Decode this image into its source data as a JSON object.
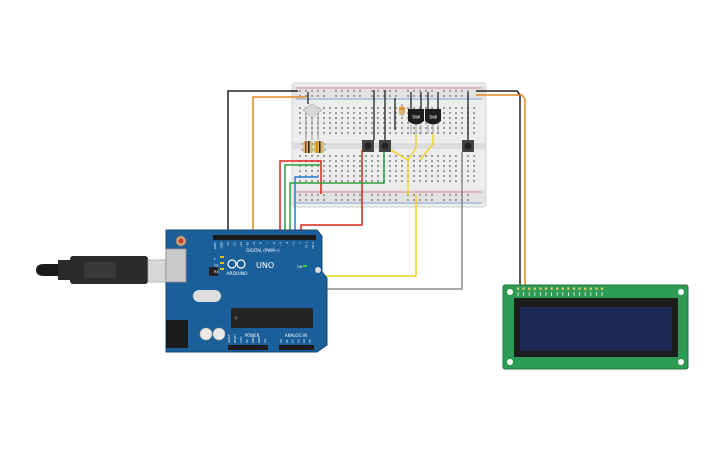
{
  "arduino": {
    "brand": "ARDUINO",
    "model": "UNO",
    "header_digital": "DIGITAL (PWM~)",
    "header_power": "POWER",
    "header_analog": "ANALOG IN",
    "label_tx": "TX",
    "label_rx": "RX",
    "label_l": "L",
    "label_on": "ON",
    "pins_digital": [
      "AREF",
      "GND",
      "13",
      "12",
      "~11",
      "~10",
      "~9",
      "8",
      "7",
      "~6",
      "~5",
      "4",
      "~3",
      "2",
      "TX 1",
      "RX 0"
    ],
    "pins_power": [
      "IOREF",
      "RESET",
      "3.3V",
      "5V",
      "GND",
      "GND",
      "Vin"
    ],
    "pins_analog": [
      "A0",
      "A1",
      "A2",
      "A3",
      "A4",
      "A5"
    ]
  },
  "sensors": [
    {
      "label": "TMP"
    },
    {
      "label": "TMP"
    }
  ],
  "colors": {
    "board": "#1a5f99",
    "breadboard": "#eeeeee",
    "lcd_pcb": "#2e9b54",
    "lcd_screen": "#1c2a55",
    "wire_black": "#222222",
    "wire_orange": "#e08a1e",
    "wire_red": "#d9261c",
    "wire_green": "#2e9e3a",
    "wire_blue": "#2a7ad6",
    "wire_yellow": "#f2d21b",
    "wire_gray": "#8c8c8c"
  }
}
